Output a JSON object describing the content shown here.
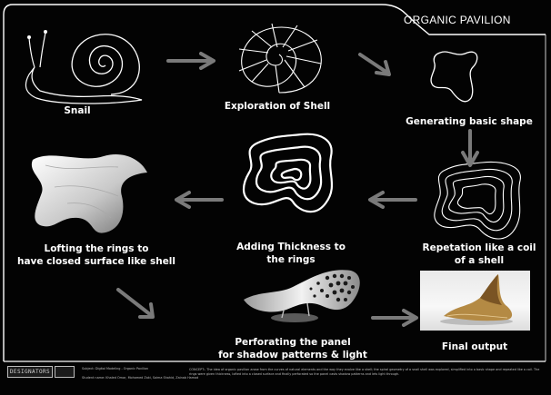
{
  "board": {
    "title": "ORGANIC PAVILION",
    "colors": {
      "background": "#030303",
      "ink": "#ffffff",
      "arrow": "#7a7a7a"
    }
  },
  "steps": [
    {
      "lines": [
        "Snail"
      ]
    },
    {
      "lines": [
        "Exploration of Shell"
      ]
    },
    {
      "lines": [
        "Generating basic shape"
      ]
    },
    {
      "lines": [
        "Repetation like a coil",
        "of a shell"
      ]
    },
    {
      "lines": [
        "Adding Thickness to",
        "the rings"
      ]
    },
    {
      "lines": [
        "Lofting the rings to",
        "have closed surface like shell"
      ]
    },
    {
      "lines": [
        "Perforating the panel",
        "for shadow patterns & light"
      ]
    },
    {
      "lines": [
        "Final output"
      ]
    }
  ],
  "footer": {
    "logo_text": "DESIGNATORS",
    "credits": [
      "Subject: Digital Modeling - Organic Pavilion",
      "Student name: Khaled Omar, Mohamed Zaki, Saima Shahid, Zainab Hamad"
    ],
    "concept": "CONCEPT:- The idea of organic pavilion arose from the curves of natural elements and the way they evolve like a shell; the spiral geometry of a snail shell was explored, simplified into a basic shape and repeated like a coil. The rings were given thickness, lofted into a closed surface and finally perforated so the panel casts shadow patterns and lets light through."
  },
  "icons": [
    "snail-icon",
    "nautilus-shell-icon",
    "basic-shape-icon",
    "coil-rings-icon",
    "thick-rings-icon",
    "lofted-surface-icon",
    "perforated-panel-icon",
    "pavilion-model-icon",
    "flow-arrow-icon"
  ]
}
